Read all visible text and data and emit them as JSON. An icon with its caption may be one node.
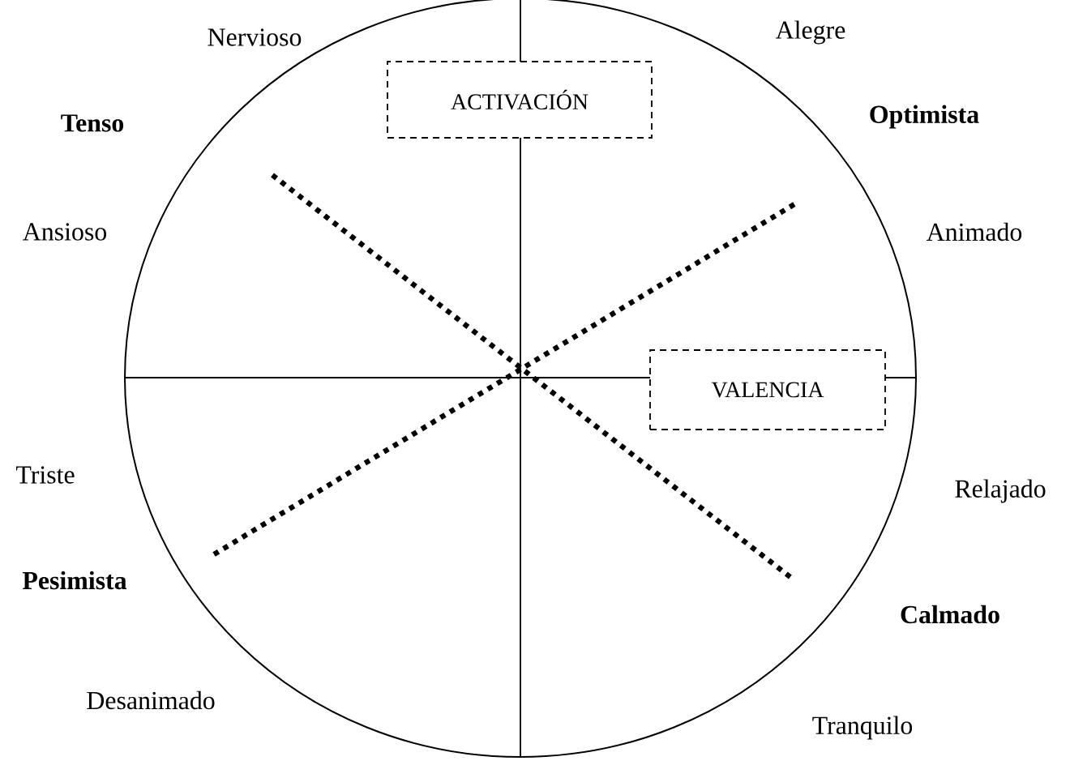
{
  "diagram": {
    "nodes": [
      {
        "text": [
          "ACTIVACIÓN"
        ]
      },
      {
        "text": [
          "VALENCIA"
        ]
      }
    ],
    "labels": [
      "Nervioso",
      "Alegre",
      "Tenso",
      "Optimista",
      "Ansioso",
      "Animado",
      "Triste",
      "Relajado",
      "Pesimista",
      "Calmado",
      "Desanimado",
      "Tranquilo"
    ]
  }
}
